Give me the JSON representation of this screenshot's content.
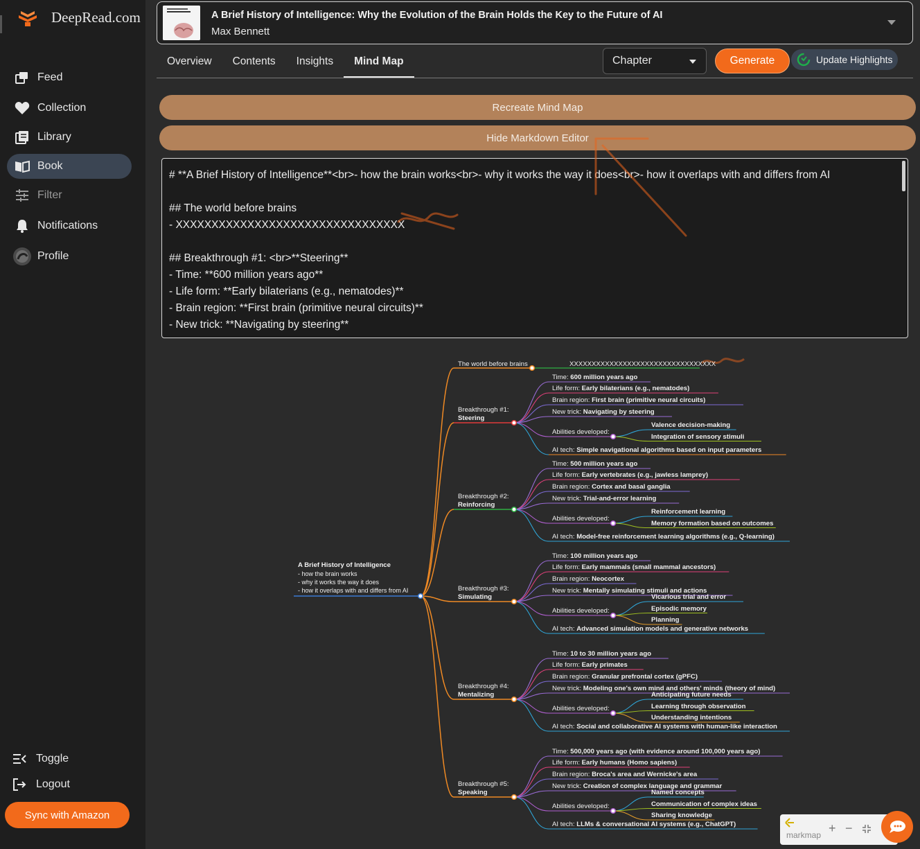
{
  "brand": {
    "name": "DeepRead.com",
    "accent": "#f26a1b"
  },
  "sidebar": {
    "items": [
      {
        "label": "Feed",
        "icon": "feed-icon"
      },
      {
        "label": "Collection",
        "icon": "heart-icon"
      },
      {
        "label": "Library",
        "icon": "library-icon"
      },
      {
        "label": "Book",
        "icon": "book-icon",
        "active": true
      },
      {
        "label": "Filter",
        "icon": "filter-icon"
      },
      {
        "label": "Notifications",
        "icon": "bell-icon"
      },
      {
        "label": "Profile",
        "icon": "avatar"
      }
    ],
    "toggle": "Toggle",
    "logout": "Logout",
    "sync": "Sync with Amazon"
  },
  "book": {
    "title": "A Brief History of Intelligence: Why the Evolution of the Brain Holds the Key to the Future of AI",
    "author": "Max Bennett"
  },
  "tabs": [
    "Overview",
    "Contents",
    "Insights",
    "Mind Map"
  ],
  "controls": {
    "chapter": "Chapter",
    "generate": "Generate",
    "update": "Update Highlights"
  },
  "buttons": {
    "recreate": "Recreate Mind Map",
    "hide_editor": "Hide Markdown Editor"
  },
  "editor_lines": [
    "# **A Brief History of Intelligence**<br>- how the brain works<br>- why it works the way it does<br>- how it overlaps with and differs from AI",
    "",
    "## The world before brains",
    "- XXXXXXXXXXXXXXXXXXXXXXXXXXXXXXXX",
    "",
    "## Breakthrough #1: <br>**Steering**",
    "- Time: **600 million years ago**",
    "- Life form: **Early bilaterians (e.g., nematodes)**",
    "- Brain region: **First brain (primitive neural circuits)**",
    "- New trick: **Navigating by steering**"
  ],
  "mindmap": {
    "root": [
      "A Brief History of Intelligence",
      "- how the brain works",
      "- why it works the way it does",
      "- how it overlaps with and differs from AI"
    ],
    "world": {
      "label": "The world before brains",
      "child": "XXXXXXXXXXXXXXXXXXXXXXXXXXXXXXXXX"
    },
    "breakthroughs": [
      {
        "label": "Breakthrough #1:",
        "name": "Steering",
        "time": "600 million years ago",
        "life": "Early bilaterians (e.g., nematodes)",
        "region": "First brain (primitive neural circuits)",
        "trick": "Navigating by steering",
        "abilities": [
          "Valence decision-making",
          "Integration of sensory stimuli"
        ],
        "ai": "Simple navigational algorithms based on input parameters"
      },
      {
        "label": "Breakthrough #2:",
        "name": "Reinforcing",
        "time": "500 million years ago",
        "life": "Early vertebrates (e.g., jawless lamprey)",
        "region": "Cortex and basal ganglia",
        "trick": "Trial-and-error learning",
        "abilities": [
          "Reinforcement learning",
          "Memory formation based on outcomes"
        ],
        "ai": "Model-free reinforcement learning algorithms (e.g., Q-learning)"
      },
      {
        "label": "Breakthrough #3:",
        "name": "Simulating",
        "time": "100 million years ago",
        "life": "Early mammals (small mammal ancestors)",
        "region": "Neocortex",
        "trick": "Mentally simulating stimuli and actions",
        "abilities": [
          "Vicarious trial and error",
          "Episodic memory",
          "Planning"
        ],
        "ai": "Advanced simulation models and generative networks"
      },
      {
        "label": "Breakthrough #4:",
        "name": "Mentalizing",
        "time": "10 to 30 million years ago",
        "life": "Early primates",
        "region": "Granular prefrontal cortex (gPFC)",
        "trick": "Modeling one's own mind and others' minds (theory of mind)",
        "abilities": [
          "Anticipating future needs",
          "Learning through observation",
          "Understanding intentions"
        ],
        "ai": "Social and collaborative AI systems with human-like interaction"
      },
      {
        "label": "Breakthrough #5:",
        "name": "Speaking",
        "time": "500,000 years ago (with evidence around 100,000 years ago)",
        "life": "Early humans (Homo sapiens)",
        "region": "Broca's area and Wernicke's area",
        "trick": "Creation of complex language and grammar",
        "abilities": [
          "Named concepts",
          "Communication of complex ideas",
          "Sharing knowledge"
        ],
        "ai": "LLMs & conversational AI systems (e.g., ChatGPT)"
      }
    ],
    "keys": {
      "time": "Time: ",
      "life": "Life form: ",
      "region": "Brain region: ",
      "trick": "New trick: ",
      "abilities": "Abilities developed:",
      "ai": "AI tech: "
    },
    "brand": "markmap"
  }
}
